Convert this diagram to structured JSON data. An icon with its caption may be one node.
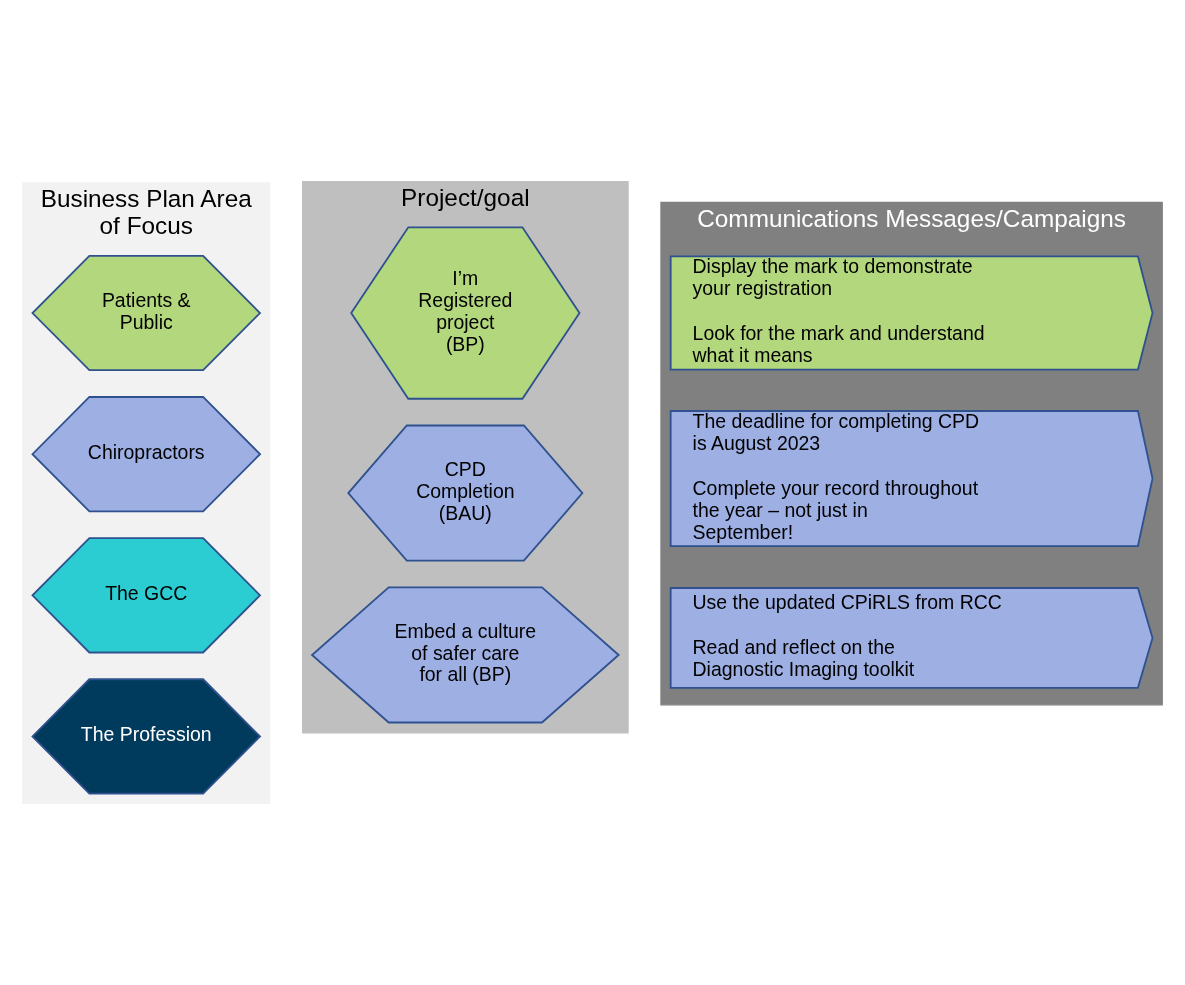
{
  "diagram": {
    "nodes": [
      {
        "text": [
          "Business Plan Area of Focus"
        ]
      },
      {
        "text": [
          "Project/goal"
        ]
      },
      {
        "text": [
          "Communications Messages/Campaigns"
        ]
      },
      {
        "text": [
          "Patients & Public"
        ],
        "in": 0
      },
      {
        "text": [
          "Chiropractors"
        ],
        "in": 0
      },
      {
        "text": [
          "The GCC"
        ],
        "in": 0
      },
      {
        "text": [
          "The Profession"
        ],
        "in": 0
      },
      {
        "text": [
          "I’m Registered project (BP)"
        ],
        "in": 1
      },
      {
        "text": [
          "CPD Completion (BAU)"
        ],
        "in": 1
      },
      {
        "text": [
          "Embed a culture of safer care for all (BP)"
        ],
        "in": 1
      },
      {
        "text": [
          "Display the mark to demonstrate your registration",
          "Look for the mark and understand what it means"
        ],
        "in": 2
      },
      {
        "text": [
          "The deadline for completing CPD is August 2023",
          "Complete your record throughout the year – not just in September!"
        ],
        "in": 2
      },
      {
        "text": [
          "Use the updated CPiRLS from RCC",
          "Read and reflect on the Diagnostic Imaging toolkit"
        ],
        "in": 2
      }
    ]
  }
}
